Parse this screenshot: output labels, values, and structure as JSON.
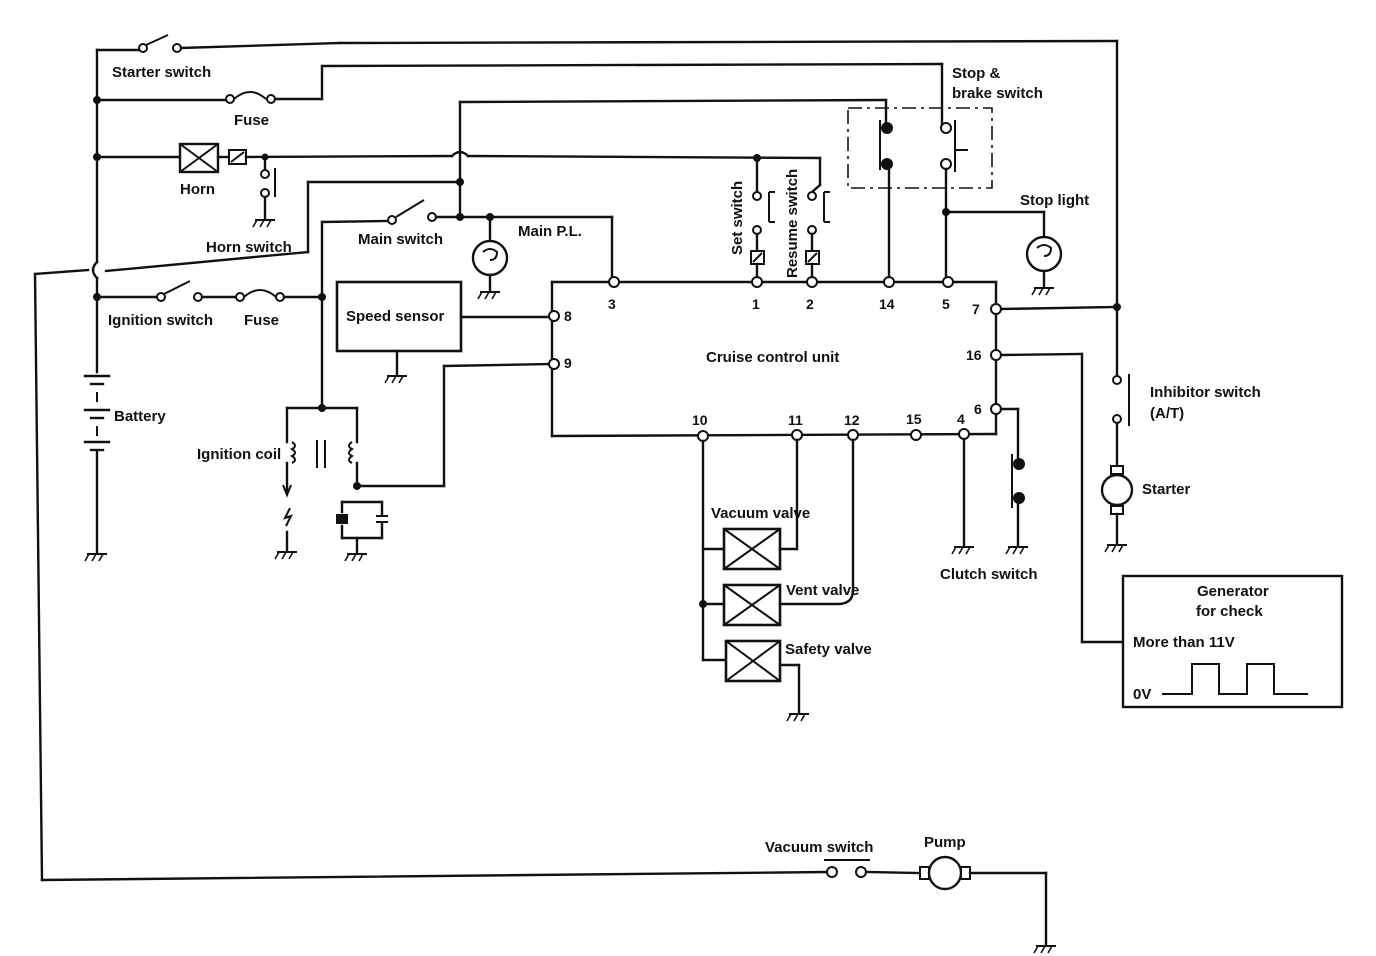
{
  "labels": {
    "starter_switch": "Starter switch",
    "fuse_top": "Fuse",
    "horn": "Horn",
    "horn_switch": "Horn switch",
    "main_switch": "Main switch",
    "main_pl": "Main P.L.",
    "ignition_switch": "Ignition switch",
    "fuse_ignition": "Fuse",
    "speed_sensor": "Speed sensor",
    "battery": "Battery",
    "ignition_coil": "Ignition coil",
    "set_switch": "Set switch",
    "resume_switch": "Resume switch",
    "stop_brake_line1": "Stop &",
    "stop_brake_line2": "brake switch",
    "stop_light": "Stop light",
    "cruise_control_unit": "Cruise control unit",
    "inhibitor_line1": "Inhibitor switch",
    "inhibitor_line2": "(A/T)",
    "starter": "Starter",
    "vacuum_valve": "Vacuum valve",
    "vent_valve": "Vent valve",
    "safety_valve": "Safety valve",
    "clutch_switch": "Clutch switch",
    "generator_line1": "Generator",
    "generator_line2": "for check",
    "more_than": "More than 11V",
    "zero_v": "0V",
    "vacuum_switch": "Vacuum switch",
    "pump": "Pump"
  },
  "terminals": {
    "t3": "3",
    "t1": "1",
    "t2": "2",
    "t14": "14",
    "t5": "5",
    "t7": "7",
    "t8": "8",
    "t9": "9",
    "t16": "16",
    "t6": "6",
    "t10": "10",
    "t11": "11",
    "t12": "12",
    "t15": "15",
    "t4": "4"
  }
}
